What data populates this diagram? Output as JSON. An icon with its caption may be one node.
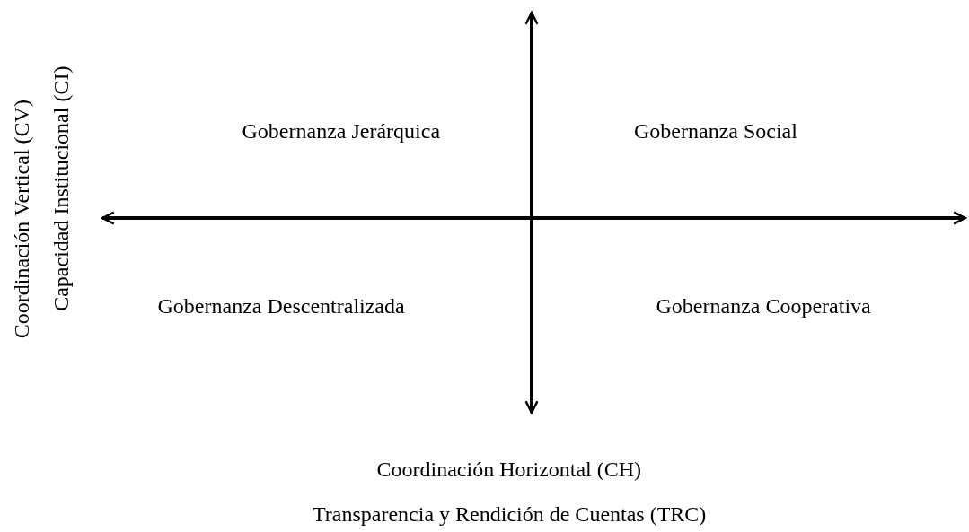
{
  "diagram": {
    "labels": [
      "Coordinación Vertical (CV)",
      "Capacidad Institucional (CI)",
      "Gobernanza Jerárquica",
      "Gobernanza Social",
      "Gobernanza Descentralizada",
      "Gobernanza Cooperativa",
      "Coordinación Horizontal (CH)",
      "Transparencia y Rendición de Cuentas (TRC)"
    ]
  }
}
